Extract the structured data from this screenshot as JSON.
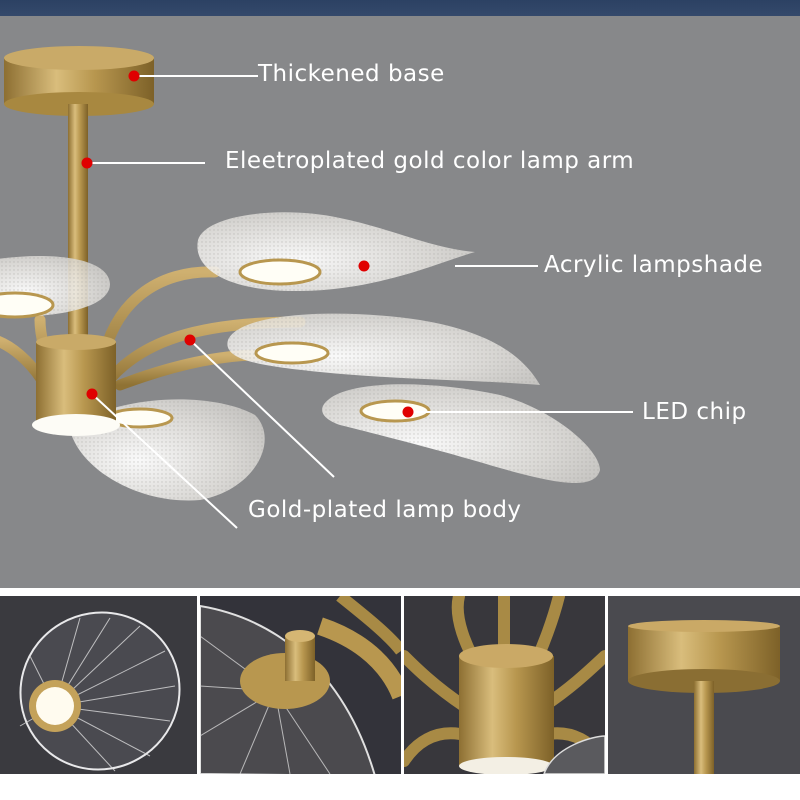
{
  "banner": {
    "color": "#2f4468"
  },
  "main_image": {
    "background": "#87888a",
    "callouts": [
      {
        "id": "thickened-base",
        "label": "Thickened base"
      },
      {
        "id": "lamp-arm",
        "label": "Eleetroplated gold color lamp arm"
      },
      {
        "id": "acrylic-lampshade",
        "label": "Acrylic lampshade"
      },
      {
        "id": "led-chip",
        "label": "LED chip"
      },
      {
        "id": "lamp-body",
        "label": "Gold-plated lamp body"
      }
    ],
    "marker_color": "#e00000",
    "metal_color": "#b8974f"
  },
  "thumbnails": [
    {
      "id": "detail-lampshade-led",
      "subject": "acrylic lampshade with LED"
    },
    {
      "id": "detail-arm-joint",
      "subject": "lamp arm joint on shade"
    },
    {
      "id": "detail-center-hub",
      "subject": "gold-plated center hub"
    },
    {
      "id": "detail-ceiling-base",
      "subject": "thickened ceiling base"
    }
  ]
}
